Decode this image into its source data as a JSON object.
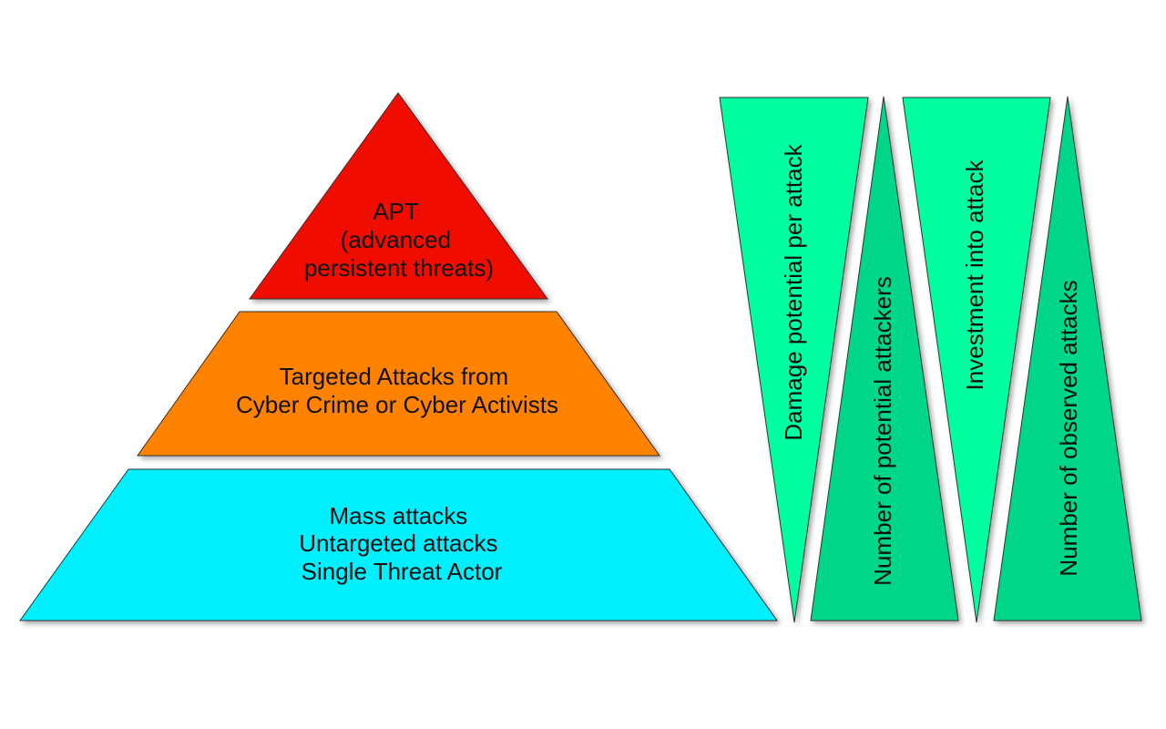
{
  "pyramid": {
    "top": {
      "lines": [
        "APT",
        "(advanced",
        "persistent threats)"
      ],
      "color": "#f00a00"
    },
    "middle": {
      "lines": [
        "Targeted Attacks from",
        "Cyber Crime or Cyber Activists"
      ],
      "color": "#ff8200"
    },
    "bottom": {
      "lines": [
        "Mass attacks",
        "Untargeted attacks",
        "Single Threat Actor"
      ],
      "color": "#00f0ff"
    }
  },
  "wedges": [
    {
      "label": "Damage potential per attack",
      "direction": "down",
      "color": "#00ffa0"
    },
    {
      "label": "Number of potential attackers",
      "direction": "up",
      "color": "#00d68a"
    },
    {
      "label": "Investment into attack",
      "direction": "down",
      "color": "#00ffa0"
    },
    {
      "label": "Number of observed attacks",
      "direction": "up",
      "color": "#00d68a"
    }
  ]
}
